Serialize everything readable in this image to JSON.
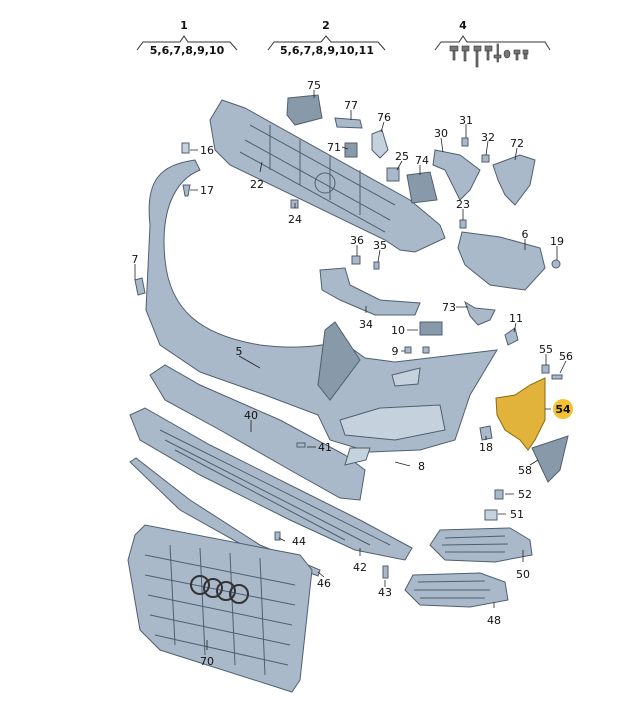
{
  "groups": [
    {
      "number": "1",
      "items": "5,6,7,8,9,10"
    },
    {
      "number": "2",
      "items": "5,6,7,8,9,10,11"
    },
    {
      "number": "4",
      "items": ""
    }
  ],
  "labels": {
    "75": "75",
    "77": "77",
    "76": "76",
    "71": "71",
    "25": "25",
    "74": "74",
    "30": "30",
    "31": "31",
    "32": "32",
    "72": "72",
    "16": "16",
    "17": "17",
    "22": "22",
    "24": "24",
    "23": "23",
    "6": "6",
    "19": "19",
    "36": "36",
    "35": "35",
    "7": "7",
    "34": "34",
    "73": "73",
    "11": "11",
    "10": "10",
    "9": "9",
    "5": "5",
    "55": "55",
    "56": "56",
    "54": "54",
    "18": "18",
    "40": "40",
    "41": "41",
    "8": "8",
    "58": "58",
    "52": "52",
    "51": "51",
    "44": "44",
    "42": "42",
    "50": "50",
    "46": "46",
    "43": "43",
    "48": "48",
    "70": "70"
  },
  "highlighted_part": "54",
  "colors": {
    "part": "#a9b9c9",
    "highlight": "#e2b33a",
    "highlight_badge": "#f2c230"
  }
}
